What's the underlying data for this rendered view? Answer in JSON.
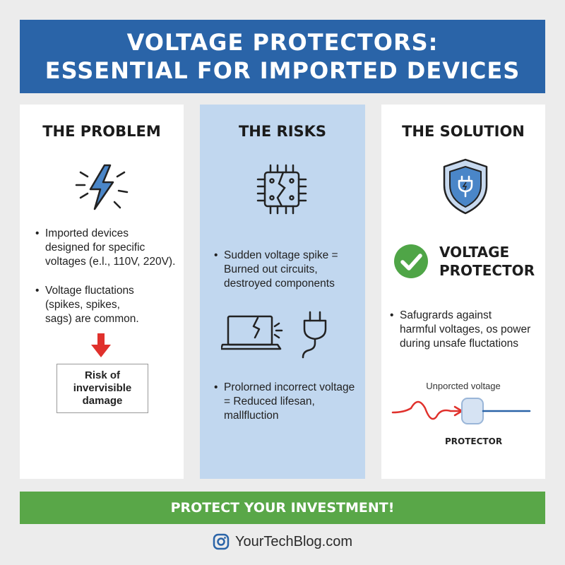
{
  "header": {
    "title_line1": "VOLTAGE PROTECTORS:",
    "title_line2": "ESSENTIAL FOR IMPORTED DEVICES",
    "background_color": "#2a64a8"
  },
  "problem": {
    "title": "THE PROBLEM",
    "icon": "lightning-bolt-icon",
    "bullet1": [
      "Imported devices",
      "designed for specific",
      "voltages (e.l., 110V, 220V)."
    ],
    "bullet2": [
      "Voltage fluctations",
      "(spikes, spikes,",
      "sags) are common."
    ],
    "arrow_icon": "down-arrow-icon",
    "risk_box": [
      "Risk of",
      "invervisible",
      "damage"
    ]
  },
  "risks": {
    "title": "THE RISKS",
    "icon": "broken-chip-icon",
    "bullet1": [
      "Sudden voltage spike =",
      "Burned out circuits,",
      "destroyed components"
    ],
    "icons": [
      "broken-laptop-icon",
      "power-plug-icon"
    ],
    "bullet2": [
      "Prolorned incorrect voltage",
      "= Reduced lifesan,",
      "mallfluction"
    ],
    "background_color": "#c1d7ef"
  },
  "solution": {
    "title": "THE SOLUTION",
    "icon": "shield-plug-icon",
    "check_icon": "check-circle-icon",
    "check_label": [
      "VOLTAGE",
      "PROTECTOR"
    ],
    "bullet1": [
      "Safugrards against",
      "harmful voltages, os power",
      "during unsafe fluctations"
    ],
    "diagram_caption": "Unporcted voltage",
    "diagram_label": "PROTECTOR"
  },
  "footer": {
    "text": "PROTECT YOUR INVESTMENT!",
    "background_color": "#59a748"
  },
  "brand": {
    "icon": "instagram-icon",
    "text": "YourTechBlog.com"
  }
}
